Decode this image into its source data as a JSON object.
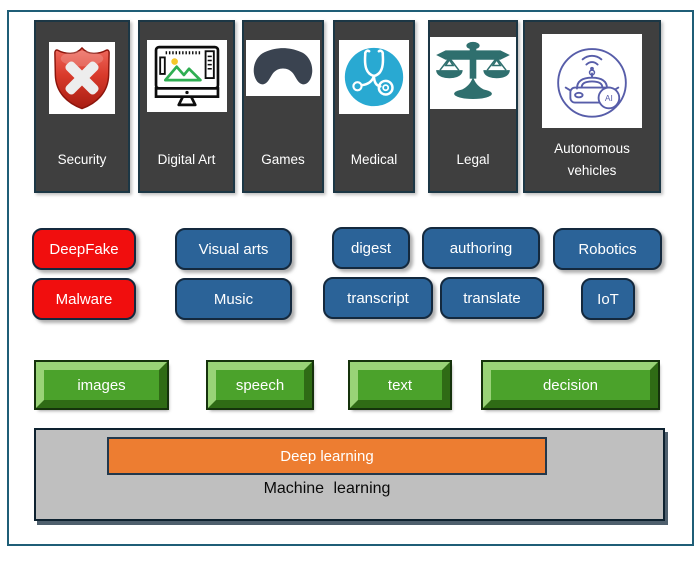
{
  "domains": [
    {
      "label": "Security"
    },
    {
      "label": "Digital Art"
    },
    {
      "label": "Games"
    },
    {
      "label": "Medical"
    },
    {
      "label": "Legal"
    },
    {
      "label": "Autonomous vehicles"
    }
  ],
  "ai_badge": "AI",
  "applications": [
    {
      "label": "DeepFake",
      "color": "red"
    },
    {
      "label": "Malware",
      "color": "red"
    },
    {
      "label": "Visual arts",
      "color": "blue"
    },
    {
      "label": "Music",
      "color": "blue"
    },
    {
      "label": "digest",
      "color": "blue"
    },
    {
      "label": "transcript",
      "color": "blue"
    },
    {
      "label": "authoring",
      "color": "blue"
    },
    {
      "label": "translate",
      "color": "blue"
    },
    {
      "label": "Robotics",
      "color": "blue"
    },
    {
      "label": "IoT",
      "color": "blue"
    }
  ],
  "data_types": [
    {
      "label": "images"
    },
    {
      "label": "speech"
    },
    {
      "label": "text"
    },
    {
      "label": "decision"
    }
  ],
  "foundation": {
    "deep_learning": "Deep learning",
    "machine_learning": "Machine learning"
  },
  "colors": {
    "frame": "#1F5E77",
    "card": "#3F3F3F",
    "red": "#F10E0E",
    "blue": "#2B6398",
    "green": "#4BA22B",
    "orange": "#ED7D31",
    "gray": "#BFBFBF",
    "medical_cyan": "#29A9D2",
    "legal_teal": "#2F6F6E",
    "auto_indigo": "#575DA9"
  }
}
